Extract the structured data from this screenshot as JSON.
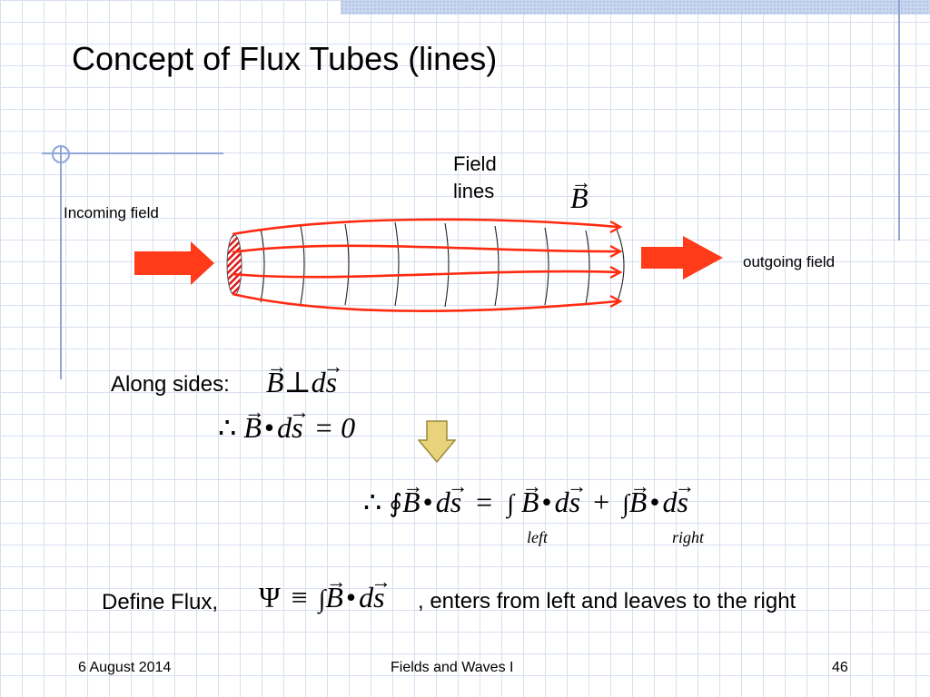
{
  "slide": {
    "title": "Concept of Flux Tubes (lines)"
  },
  "diagram": {
    "field_lines_label_1": "Field",
    "field_lines_label_2": "lines",
    "b_symbol": "B",
    "incoming_label": "Incoming field",
    "outgoing_label": "outgoing field"
  },
  "equations": {
    "along_sides_label": "Along sides:",
    "perp_b": "B",
    "perp_symbol": "⊥",
    "perp_d": "d",
    "perp_s": "s",
    "therefore": "∴",
    "dot_b": "B",
    "dot_op": "•",
    "dot_d": "d",
    "dot_s": "s",
    "equals_zero": "= 0",
    "closed_integral": "∮",
    "integral": "∫",
    "plus": "+",
    "equals": "=",
    "left_sub": "left",
    "right_sub": "right",
    "define_label": "Define Flux,",
    "psi": "Ψ",
    "equiv": "≡",
    "define_tail": ", enters from left and leaves to the right"
  },
  "footer": {
    "date": "6 August 2014",
    "course": "Fields and Waves I",
    "page_number": "46"
  },
  "colors": {
    "arrow_red": "#ff3b1a",
    "field_line_red": "#ff2a10",
    "down_arrow_fill": "#e8d27a",
    "down_arrow_stroke": "#9a8a3a",
    "accent_blue": "#8fa6d8"
  }
}
